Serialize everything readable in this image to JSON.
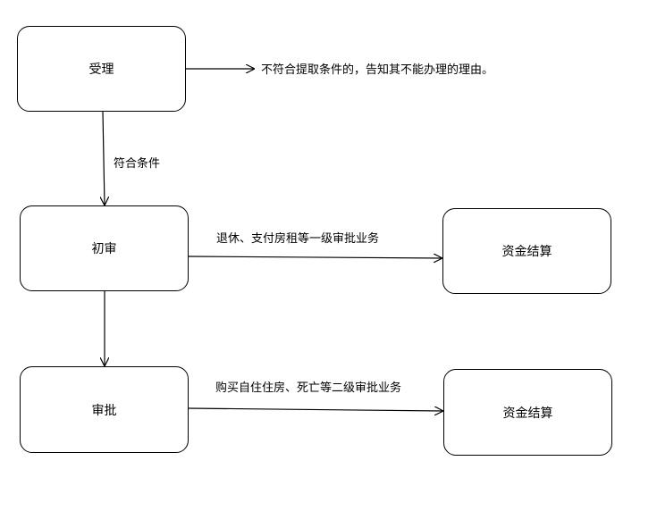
{
  "nodes": {
    "accept": "受理",
    "preliminary": "初审",
    "approval": "审批",
    "settlement_1": "资金结算",
    "settlement_2": "资金结算"
  },
  "edges": {
    "accept_reject": "不符合提取条件的，告知其不能办理的理由。",
    "accept_to_preliminary": "符合条件",
    "preliminary_to_settlement": "退休、支付房租等一级审批业务",
    "approval_to_settlement": "购买自住住房、死亡等二级审批业务"
  }
}
